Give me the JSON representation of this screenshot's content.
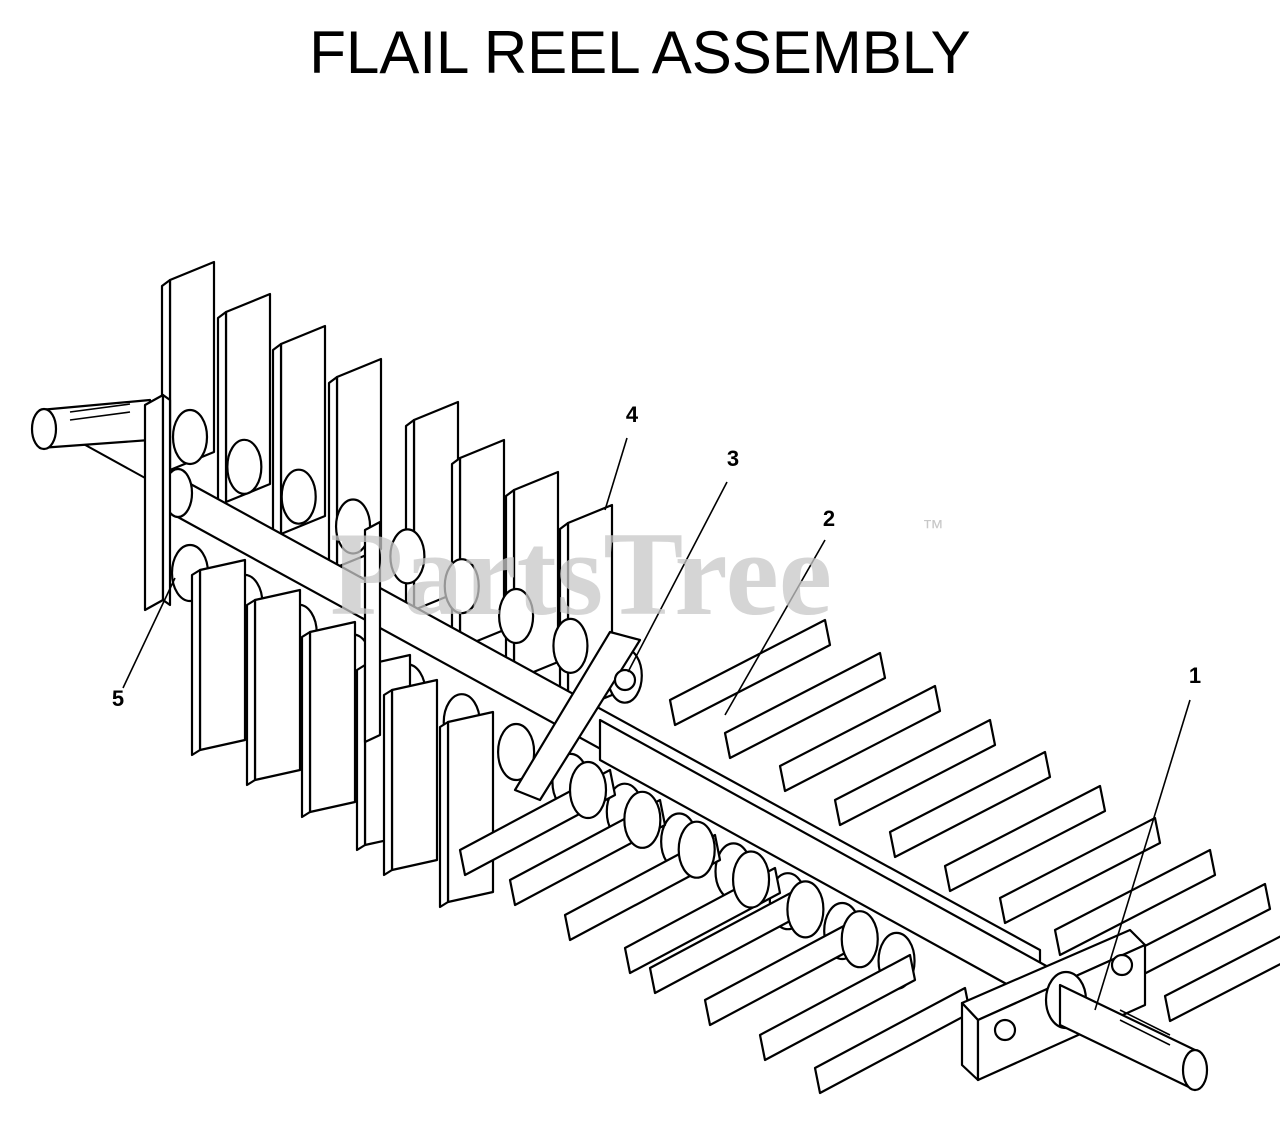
{
  "title": "FLAIL REEL ASSEMBLY",
  "watermark": {
    "text": "PartsTree",
    "tm": "™",
    "color": "#c8c8c8"
  },
  "callouts": [
    {
      "label": "1"
    },
    {
      "label": "2"
    },
    {
      "label": "3"
    },
    {
      "label": "4"
    },
    {
      "label": "5"
    }
  ],
  "colors": {
    "line": "#000000",
    "fill": "#ffffff"
  }
}
